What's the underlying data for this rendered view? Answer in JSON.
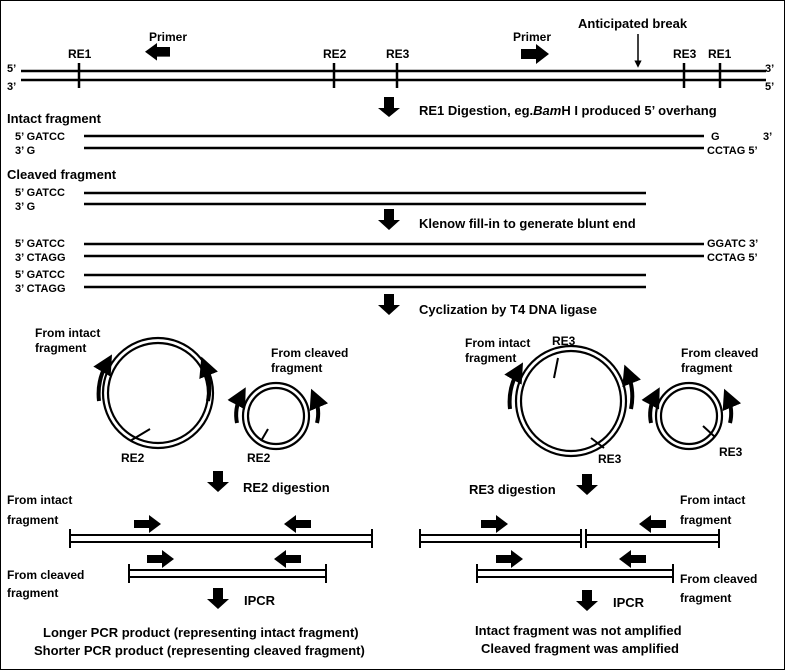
{
  "top": {
    "end_5": "5’",
    "end_3": "3’",
    "re1": "RE1",
    "re2": "RE2",
    "re3": "RE3",
    "primer": "Primer",
    "anticipated_break": "Anticipated break"
  },
  "steps": {
    "digestion": {
      "pre": "RE1 Digestion, eg.",
      "italic": "Bam",
      "post": "H I produced 5’ overhang"
    },
    "klenow": "Klenow fill-in to generate blunt end",
    "cyclization": "Cyclization by T4 DNA ligase",
    "re2_digestion": "RE2 digestion",
    "re3_digestion": "RE3 digestion",
    "ipcr": "IPCR"
  },
  "fragments": {
    "intact_title": "Intact fragment",
    "cleaved_title": "Cleaved fragment",
    "gatcc": "5’ GATCC",
    "g_left": "3’      G",
    "g_right": "G",
    "end3_right": "3’",
    "cctag": "CCTAG 5’",
    "ctagg": "3’ CTAGG",
    "ggatc": "GGATC 3’"
  },
  "circles": {
    "from_intact": [
      "From intact",
      "fragment"
    ],
    "from_cleaved": [
      "From cleaved",
      "fragment"
    ]
  },
  "linear": {
    "from_intact": [
      "From intact",
      "fragment"
    ],
    "from_cleaved": [
      "From cleaved",
      "fragment"
    ]
  },
  "results": {
    "left": [
      "Longer PCR product (representing intact fragment)",
      "Shorter PCR product (representing cleaved fragment)"
    ],
    "right": [
      "Intact fragment was not amplified",
      "Cleaved fragment was amplified"
    ]
  }
}
